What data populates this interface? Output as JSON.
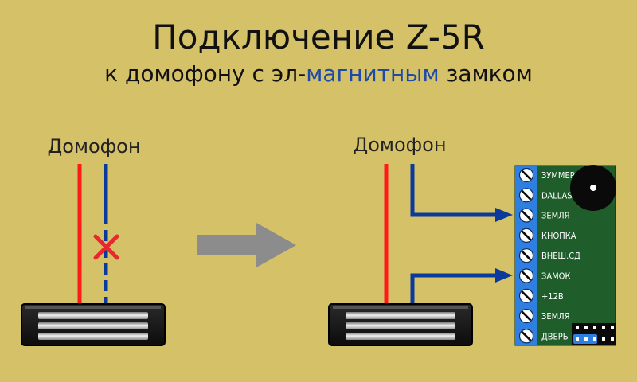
{
  "title": "Подключение Z-5R",
  "subtitle": {
    "before": "к домофону с эл-",
    "highlight": "магнитным",
    "after": " замком"
  },
  "left_label": "Домофон",
  "right_label": "Домофон",
  "controller_terminals": [
    "ЗУММЕР",
    "DALLAS",
    "ЗЕМЛЯ",
    "КНОПКА",
    "ВНЕШ.СД",
    "ЗАМОК",
    "+12В",
    "ЗЕМЛЯ",
    "ДВЕРЬ"
  ],
  "colors": {
    "background": "#d5c168",
    "wire_red": "#ff1a1a",
    "wire_blue": "#0a3a9c",
    "board_green": "#1f5e2b",
    "terminal_blue": "#2f7fe0",
    "cut_mark": "#e8282c",
    "arrow": "#8c8c8c"
  },
  "icons": {
    "cut": "cross-icon",
    "direction": "arrow-right-icon",
    "buzzer": "buzzer-icon",
    "lock": "electromagnetic-lock-icon"
  }
}
